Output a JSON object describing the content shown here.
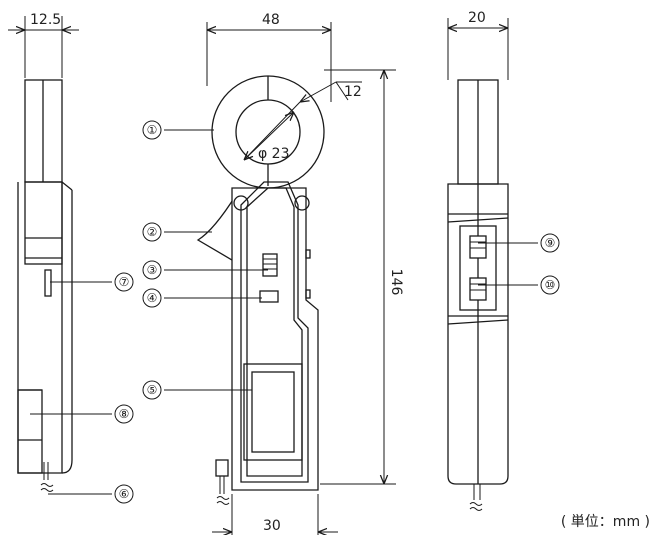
{
  "dimensions": {
    "side_width": "12.5",
    "clamp_width": "48",
    "back_width": "20",
    "core_thickness": "12",
    "core_diameter": "φ 23",
    "total_length": "146",
    "body_width": "30"
  },
  "callouts": [
    "①",
    "②",
    "③",
    "④",
    "⑤",
    "⑥",
    "⑦",
    "⑧",
    "⑨",
    "⑩"
  ],
  "unit_note": "( 単位：mm )"
}
